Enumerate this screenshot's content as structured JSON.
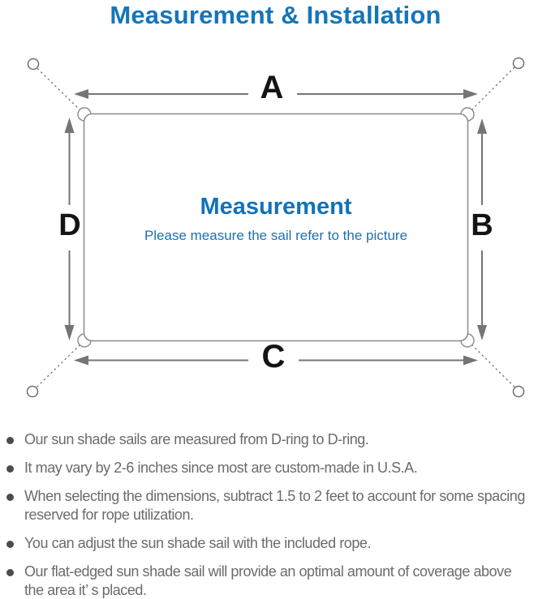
{
  "page": {
    "title": "Measurement & Installation"
  },
  "diagram": {
    "dimension_labels": {
      "top": "A",
      "right": "B",
      "bottom": "C",
      "left": "D"
    },
    "center_title": "Measurement",
    "center_subtitle": "Please measure the sail refer to the picture",
    "colors": {
      "accent_blue": "#1575b9",
      "sail_outline_gray": "#8a8a8a",
      "arrow_gray": "#757575",
      "note_text_gray": "#6b6b6b",
      "label_black": "#141414"
    }
  },
  "notes": {
    "items": [
      {
        "text": "Our sun shade sails are measured from D-ring to D-ring."
      },
      {
        "text": "It may vary by 2-6 inches since most are custom-made in U.S.A."
      },
      {
        "text": "When selecting the dimensions, subtract 1.5 to 2 feet to account for some spacing\nreserved for rope utilization."
      },
      {
        "text": "You can adjust the sun shade sail with the included rope."
      },
      {
        "text": "Our flat-edged sun shade sail will provide an optimal amount of coverage above\nthe area it’ s placed."
      }
    ]
  }
}
